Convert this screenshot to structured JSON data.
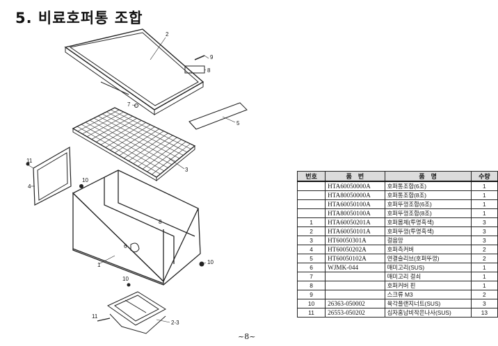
{
  "header": {
    "title": "5. 비료호퍼통 조합"
  },
  "diagram": {
    "callouts": [
      "1",
      "2",
      "3",
      "4",
      "5",
      "6",
      "7",
      "8",
      "9",
      "10",
      "11",
      "2-3"
    ]
  },
  "parts_table": {
    "headers": {
      "no": "번호",
      "part_no": "품　번",
      "name": "품　명",
      "qty": "수량"
    },
    "rows": [
      {
        "no": "",
        "part_no": "HTA60050000A",
        "name": "호퍼통조합(6조)",
        "qty": "1"
      },
      {
        "no": "",
        "part_no": "HTA80050000A",
        "name": "호퍼통조합(8조)",
        "qty": "1"
      },
      {
        "no": "",
        "part_no": "HTA60050100A",
        "name": "호퍼뚜껑조합(6조)",
        "qty": "1"
      },
      {
        "no": "",
        "part_no": "HTA80050100A",
        "name": "호퍼뚜껑조합(8조)",
        "qty": "1"
      },
      {
        "no": "1",
        "part_no": "HTA60050201A",
        "name": "호퍼몸체(투명흑색)",
        "qty": "3"
      },
      {
        "no": "2",
        "part_no": "HTA60050101A",
        "name": "호퍼뚜껑(투명흑색)",
        "qty": "3"
      },
      {
        "no": "3",
        "part_no": "HT60050301A",
        "name": "걸음망",
        "qty": "3"
      },
      {
        "no": "4",
        "part_no": "HT60050202A",
        "name": "호퍼측커버",
        "qty": "2"
      },
      {
        "no": "5",
        "part_no": "HT60050102A",
        "name": "연결슬리브(호퍼뚜껑)",
        "qty": "2"
      },
      {
        "no": "6",
        "part_no": "WJMK-044",
        "name": "매미고리(SUS)",
        "qty": "1"
      },
      {
        "no": "7",
        "part_no": "",
        "name": "매미고리 걸쇠",
        "qty": "1"
      },
      {
        "no": "8",
        "part_no": "",
        "name": "호퍼커버 핀",
        "qty": "1"
      },
      {
        "no": "9",
        "part_no": "",
        "name": "스크류 M3",
        "qty": "2"
      },
      {
        "no": "10",
        "part_no": "26363-050002",
        "name": "육각플랜지너트(SUS)",
        "qty": "3"
      },
      {
        "no": "11",
        "part_no": "26553-050202",
        "name": "십자홈남비작은나사(SUS)",
        "qty": "13"
      }
    ]
  },
  "footer": {
    "page_number": "~8~"
  }
}
